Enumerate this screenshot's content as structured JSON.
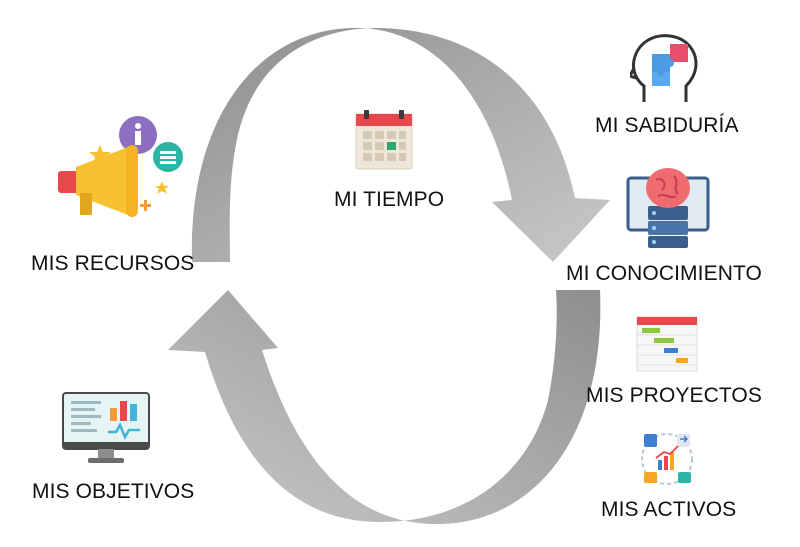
{
  "center": {
    "label": "MI TIEMPO",
    "icon": "calendar-icon"
  },
  "left": [
    {
      "key": "recursos",
      "label": "MIS RECURSOS",
      "icon": "megaphone-icon"
    },
    {
      "key": "objetivos",
      "label": "MIS OBJETIVOS",
      "icon": "monitor-dashboard-icon"
    }
  ],
  "right": [
    {
      "key": "sabiduria",
      "label": "MI SABIDURÍA",
      "icon": "head-puzzle-icon"
    },
    {
      "key": "conocimiento",
      "label": "MI CONOCIMIENTO",
      "icon": "brain-database-icon"
    },
    {
      "key": "proyectos",
      "label": "MIS PROYECTOS",
      "icon": "gantt-chart-icon"
    },
    {
      "key": "activos",
      "label": "MIS ACTIVOS",
      "icon": "asset-cycle-icon"
    }
  ],
  "colors": {
    "arrow_dark": "#8f8f8f",
    "arrow_light": "#c4c4c4",
    "calendar_red": "#e8474c",
    "megaphone_yellow": "#f8c12f",
    "info_purple": "#8d6fc2",
    "chat_teal": "#2bb5a6",
    "brain_pink": "#ef6b70",
    "database_blue": "#3b5f8c",
    "puzzle_blue": "#4d9be3",
    "puzzle_red": "#e94e6d"
  }
}
